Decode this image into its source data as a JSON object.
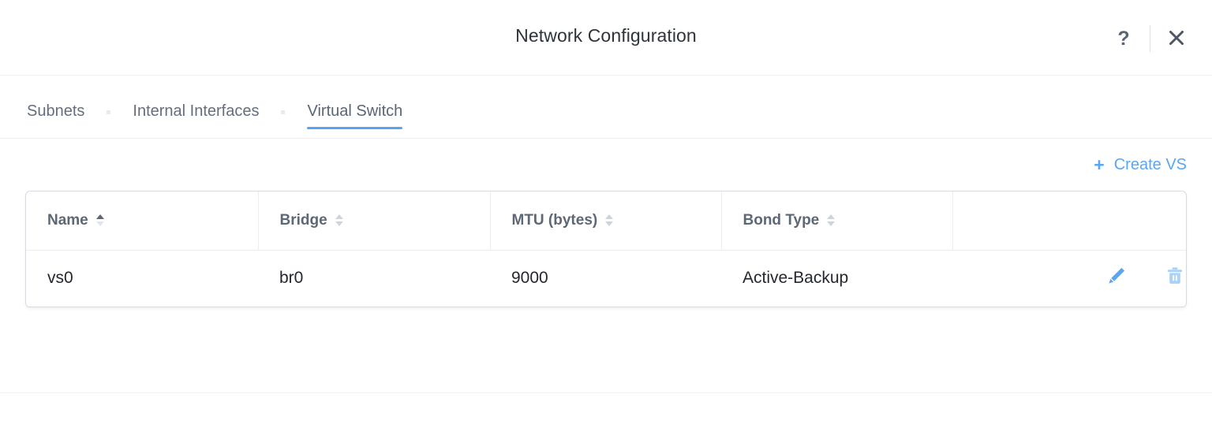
{
  "dialog": {
    "title": "Network Configuration",
    "help_icon": "?",
    "close_icon": "✕"
  },
  "tabs": [
    {
      "label": "Subnets",
      "active": false
    },
    {
      "label": "Internal Interfaces",
      "active": false
    },
    {
      "label": "Virtual Switch",
      "active": true
    }
  ],
  "toolbar": {
    "create_plus": "+",
    "create_label": "Create VS"
  },
  "table": {
    "columns": [
      {
        "label": "Name",
        "sort": "asc"
      },
      {
        "label": "Bridge",
        "sort": "none"
      },
      {
        "label": "MTU (bytes)",
        "sort": "none"
      },
      {
        "label": "Bond Type",
        "sort": "none"
      },
      {
        "label": "",
        "sort": "none"
      }
    ],
    "rows": [
      {
        "name": "vs0",
        "bridge": "br0",
        "mtu": "9000",
        "bond_type": "Active-Backup",
        "edit_icon": "pencil-icon",
        "delete_icon": "trash-icon"
      }
    ]
  },
  "colors": {
    "accent_blue": "#59a6f2",
    "delete_blue": "#a9d2f7",
    "tab_active_underline": "#55a5f0",
    "header_text": "#5d6776",
    "body_text": "#23272e"
  }
}
